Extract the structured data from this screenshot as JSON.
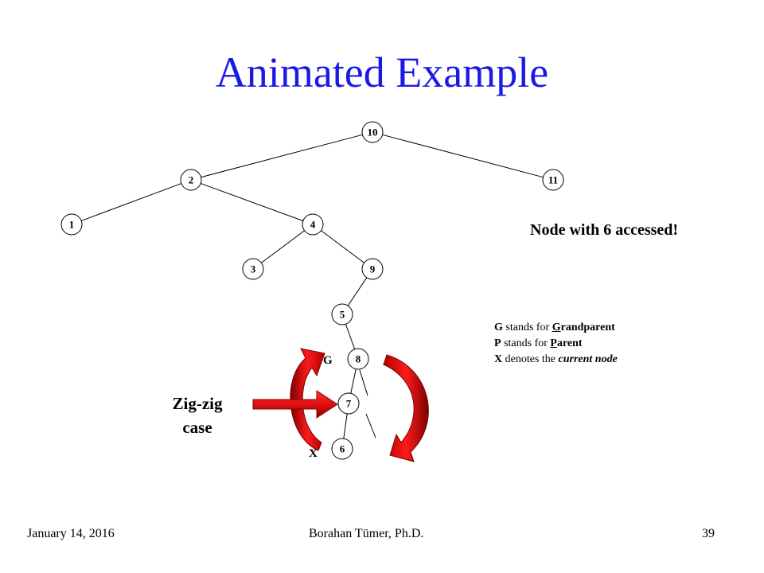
{
  "title": "Animated Example",
  "tree": {
    "nodes": [
      {
        "id": "n10",
        "label": "10"
      },
      {
        "id": "n2",
        "label": "2"
      },
      {
        "id": "n11",
        "label": "11"
      },
      {
        "id": "n1",
        "label": "1"
      },
      {
        "id": "n4",
        "label": "4"
      },
      {
        "id": "n3",
        "label": "3"
      },
      {
        "id": "n9",
        "label": "9"
      },
      {
        "id": "n5",
        "label": "5"
      },
      {
        "id": "n8",
        "label": "8"
      },
      {
        "id": "n7",
        "label": "7"
      },
      {
        "id": "n6",
        "label": "6"
      }
    ],
    "edges": [
      [
        "n10",
        "n2"
      ],
      [
        "n10",
        "n11"
      ],
      [
        "n2",
        "n1"
      ],
      [
        "n2",
        "n4"
      ],
      [
        "n4",
        "n3"
      ],
      [
        "n4",
        "n9"
      ],
      [
        "n9",
        "n5"
      ],
      [
        "n5",
        "n8"
      ],
      [
        "n8",
        "n7"
      ],
      [
        "n7",
        "n6"
      ]
    ],
    "markers": {
      "grandparent": "G",
      "current": "X"
    }
  },
  "message": "Node with 6 accessed!",
  "legend": {
    "g": {
      "letter": "G",
      "text": " stands for ",
      "term_first": "G",
      "term_rest": "randparent"
    },
    "p": {
      "letter": "P",
      "text": " stands for ",
      "term_first": "P",
      "term_rest": "arent"
    },
    "x": {
      "letter": "X",
      "text": " denotes the ",
      "term": "current node"
    }
  },
  "case_label": {
    "line1": "Zig-zig",
    "line2": "case"
  },
  "footer": {
    "date": "January 14, 2016",
    "author": "Borahan Tümer, Ph.D.",
    "page": "39"
  },
  "colors": {
    "title": "#1a1ae6",
    "arrow": "#e01010",
    "arrow_dark": "#7a0000"
  }
}
